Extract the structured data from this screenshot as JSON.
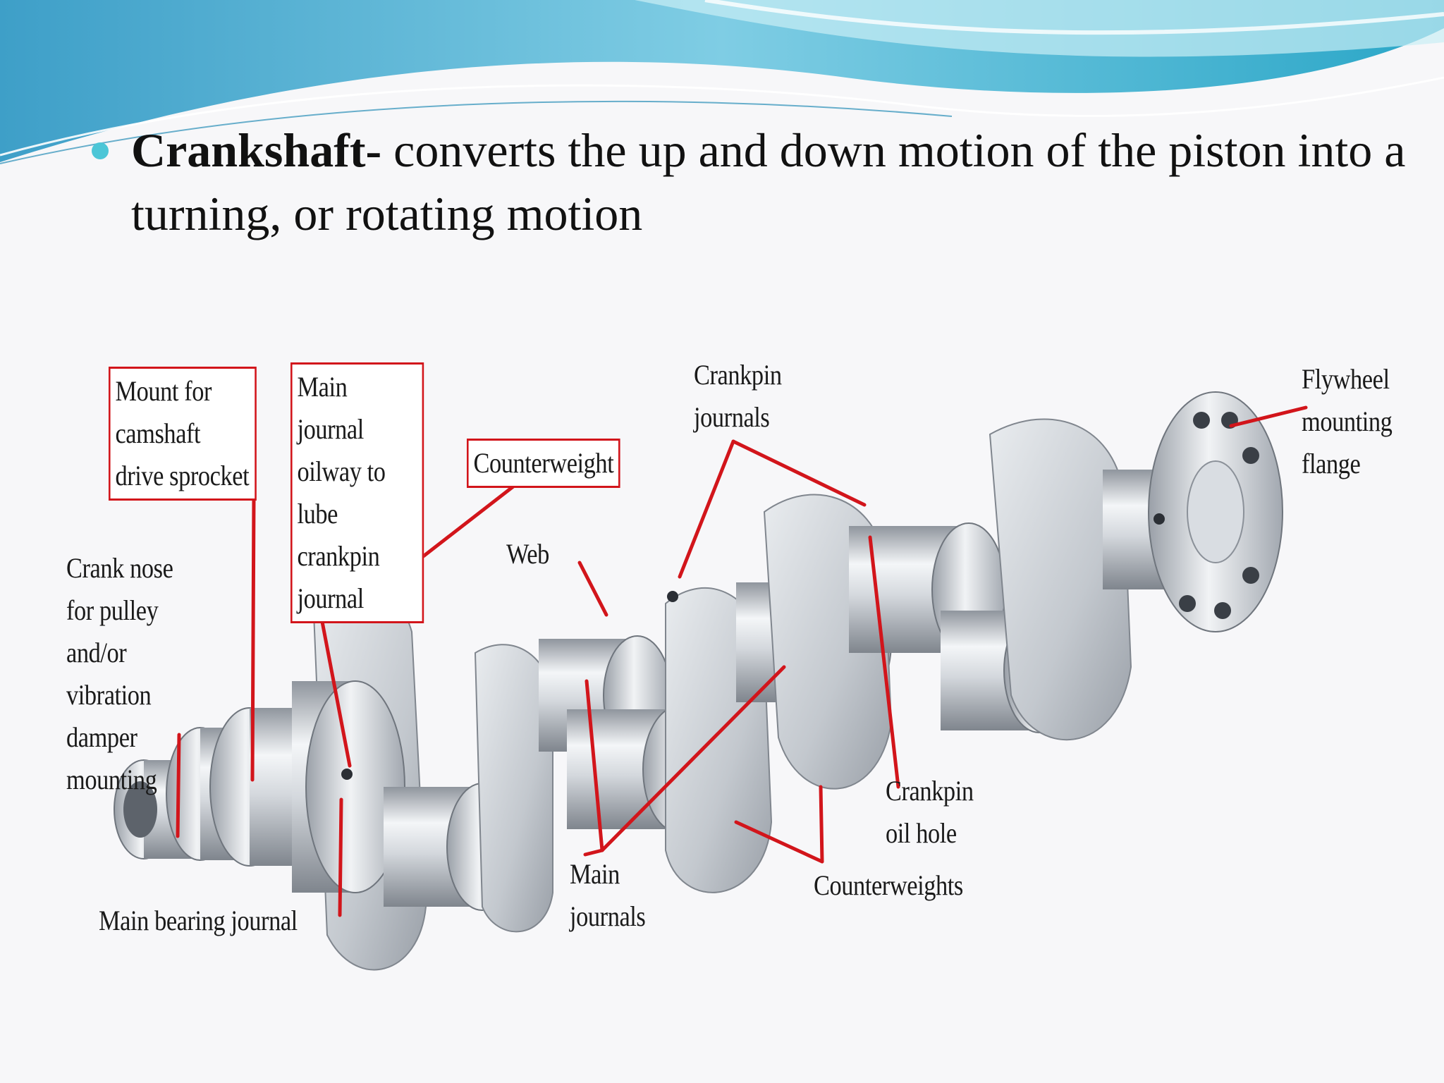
{
  "slide": {
    "bullet": {
      "term": "Crankshaft-",
      "text": "  converts the up and down motion of the piston into a turning, or rotating motion"
    },
    "colors": {
      "bullet": "#4cc6d7",
      "wave_dark": "#4aa8d0",
      "wave_light": "#8fd8e8",
      "callout": "#d2151b",
      "metal": "#c9cdd3"
    }
  },
  "diagram": {
    "labels": {
      "camshaft_mount": "Mount for camshaft drive sprocket",
      "oilway": "Main journal oilway to lube crankpin journal",
      "counterweight": "Counterweight",
      "crankpin_journals": "Crankpin journals",
      "flywheel": "Flywheel mounting flange",
      "crank_nose": "Crank nose for pulley and/or vibration damper mounting",
      "web": "Web",
      "crankpin_oil_hole": "Crankpin oil hole",
      "main_bearing_journal": "Main bearing journal",
      "main_journals": "Main journals",
      "counterweights": "Counterweights"
    }
  }
}
